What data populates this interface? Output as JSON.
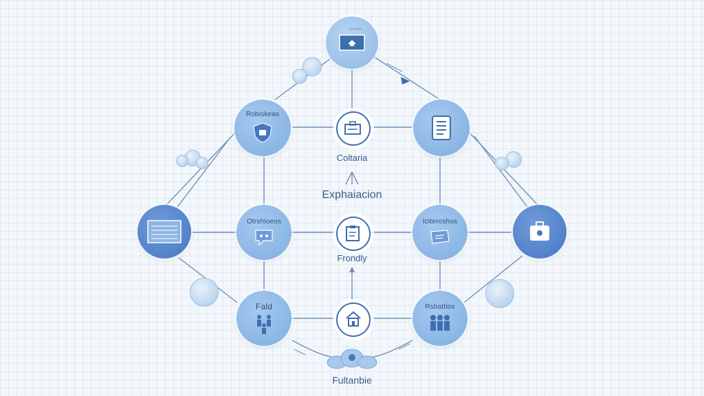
{
  "labels": {
    "left_upper_node": "Robiskeas",
    "left_mid_node": "Otrshioeos",
    "right_mid_node": "Iciteroshos",
    "left_lower_node": "Fald",
    "right_lower_node": "Rsbattlos",
    "hub_top_caption": "Coltaria",
    "center_caption": "Exphaiacion",
    "hub_mid_caption": "Frondly",
    "bottom_caption": "Fultanbie"
  },
  "colors": {
    "line": "#6f8fb8",
    "hub_border": "#3e6fae",
    "node_dark": "#4677c4",
    "node_light": "#9cc2ea"
  },
  "icons": {
    "top_node": "laptop-icon",
    "left_upper_node": "shield-icon",
    "right_upper_node": "document-icon",
    "left_outer_node": "keyboard-icon",
    "right_outer_node": "briefcase-icon",
    "left_mid_node": "chat-icon",
    "right_mid_node": "tablet-icon",
    "left_lower_node": "people-icon",
    "right_lower_node": "people-icon",
    "hub_top": "toolbox-icon",
    "hub_mid": "clipboard-icon",
    "hub_bottom": "home-icon"
  }
}
